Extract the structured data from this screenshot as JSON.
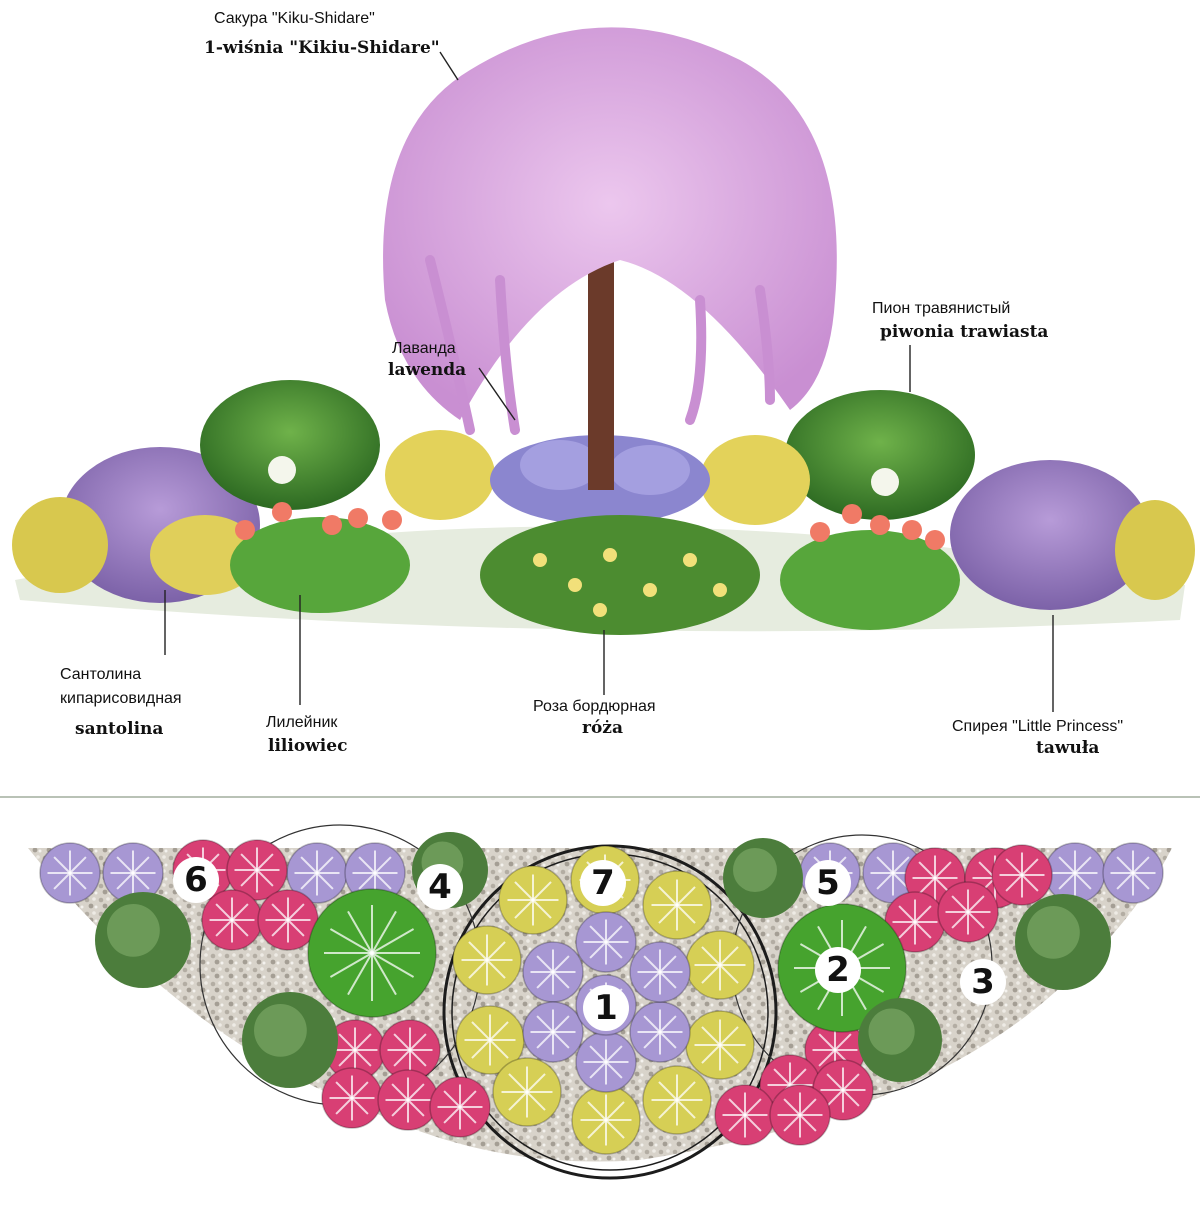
{
  "labels": {
    "sakura_ru": "Сакура \"Kiku-Shidare\"",
    "sakura_pl": "1-wiśnia \"Kikiu-Shidare\"",
    "lavender_ru": "Лаванда",
    "lavender_pl": "lawenda",
    "peony_ru": "Пион травянистый",
    "peony_pl": "piwonia trawiasta",
    "santolina_ru_1": "Сантолина",
    "santolina_ru_2": "кипарисовидная",
    "santolina_pl": "santolina",
    "daylily_ru": "Лилейник",
    "daylily_pl": "liliowiec",
    "rose_ru": "Роза бордюрная",
    "rose_pl": "róża",
    "spirea_ru": "Спирея  \"Little Princess\"",
    "spirea_pl": "tawuła"
  },
  "plan_numbers": [
    "1",
    "2",
    "3",
    "4",
    "5",
    "6",
    "7"
  ],
  "colors": {
    "blossom": "#d9a6dd",
    "trunk": "#6b3a2a",
    "lavender": "#8b86cf",
    "rose_yellow": "#e9d451",
    "foliage": "#3f8c2f",
    "daylily": "#f07a66",
    "spirea": "#a184c8",
    "plan_purple": "#a797d3",
    "plan_pink": "#d83f74",
    "plan_yellow": "#d6cf55",
    "plan_green": "#46a32e",
    "gravel": "#cfcac0"
  },
  "icons": [
    "weeping-cherry-icon",
    "lavender-icon",
    "peony-icon",
    "santolina-icon",
    "daylily-icon",
    "rose-icon",
    "spirea-icon"
  ]
}
